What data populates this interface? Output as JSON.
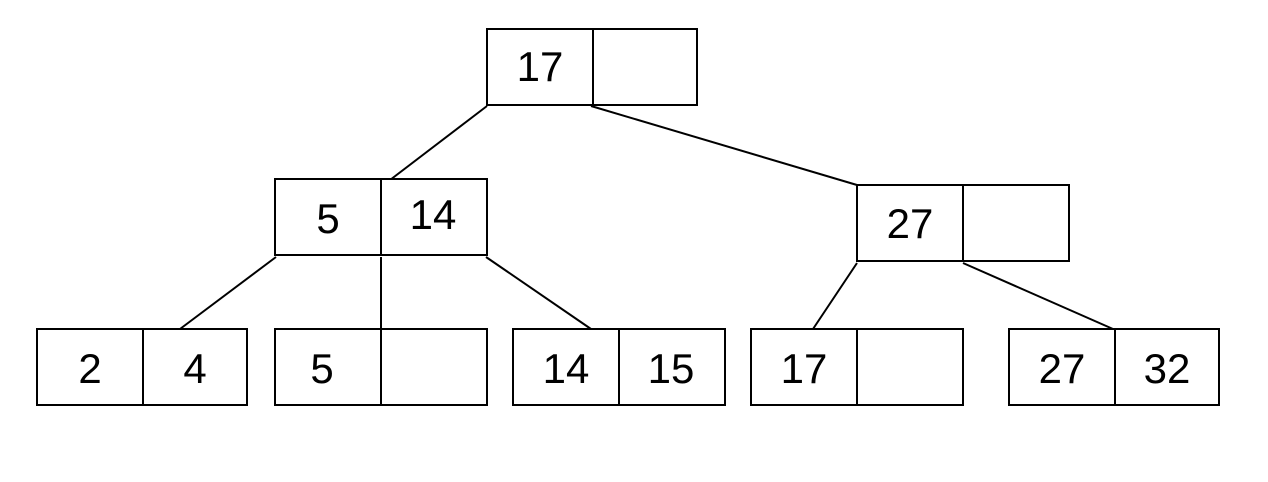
{
  "tree": {
    "root": {
      "keys": [
        "17",
        ""
      ]
    },
    "internal": [
      {
        "keys": [
          "5",
          "14"
        ]
      },
      {
        "keys": [
          "27",
          ""
        ]
      }
    ],
    "leaves": [
      {
        "keys": [
          "2",
          "4"
        ]
      },
      {
        "keys": [
          "5",
          ""
        ]
      },
      {
        "keys": [
          "14",
          "15"
        ]
      },
      {
        "keys": [
          "17",
          ""
        ]
      },
      {
        "keys": [
          "27",
          "32"
        ]
      }
    ]
  }
}
